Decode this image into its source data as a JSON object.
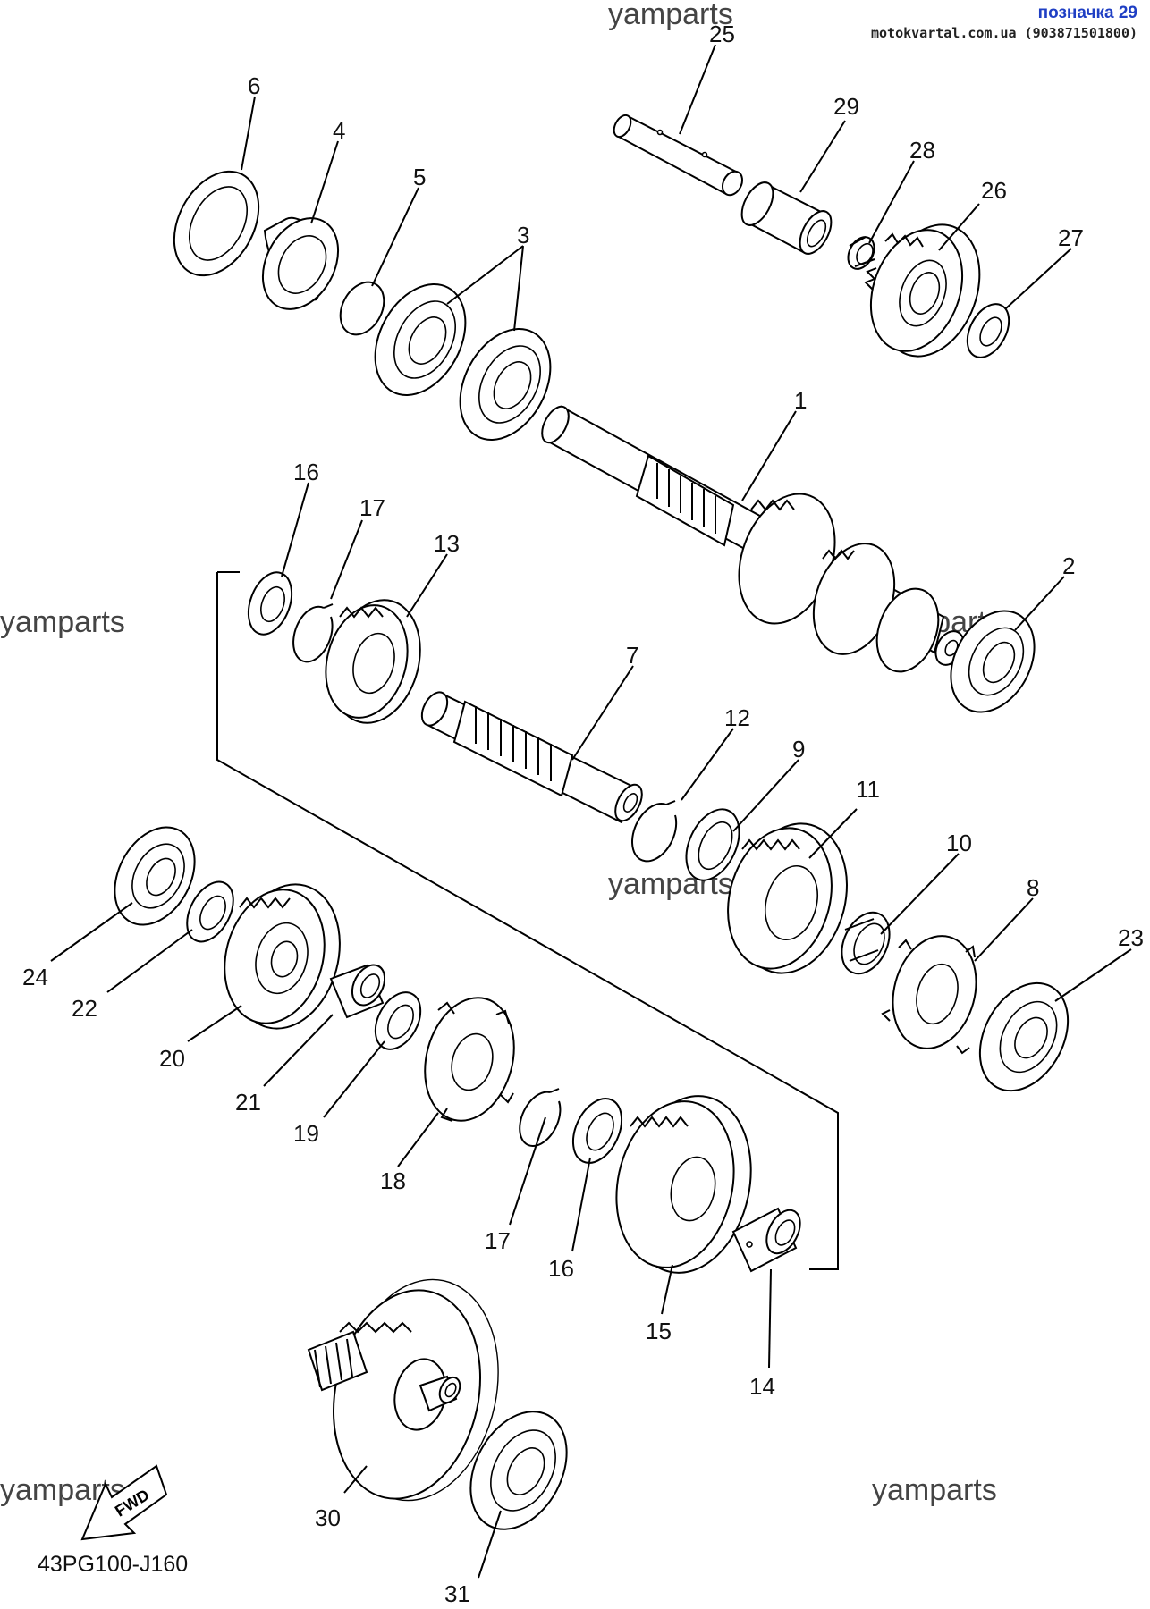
{
  "header": {
    "badge": "позначка 29",
    "site": "motokvartal.com.ua (903871501800)"
  },
  "watermark": "yamparts",
  "diagram_code": "43PG100-J160",
  "fwd_label": "FWD",
  "callouts": [
    "1",
    "2",
    "3",
    "4",
    "5",
    "6",
    "7",
    "8",
    "9",
    "10",
    "11",
    "12",
    "13",
    "14",
    "15",
    "16",
    "17",
    "18",
    "19",
    "20",
    "21",
    "22",
    "23",
    "24",
    "25",
    "26",
    "27",
    "28",
    "29",
    "30",
    "31"
  ],
  "callout_16b": "16",
  "callout_17b": "17"
}
